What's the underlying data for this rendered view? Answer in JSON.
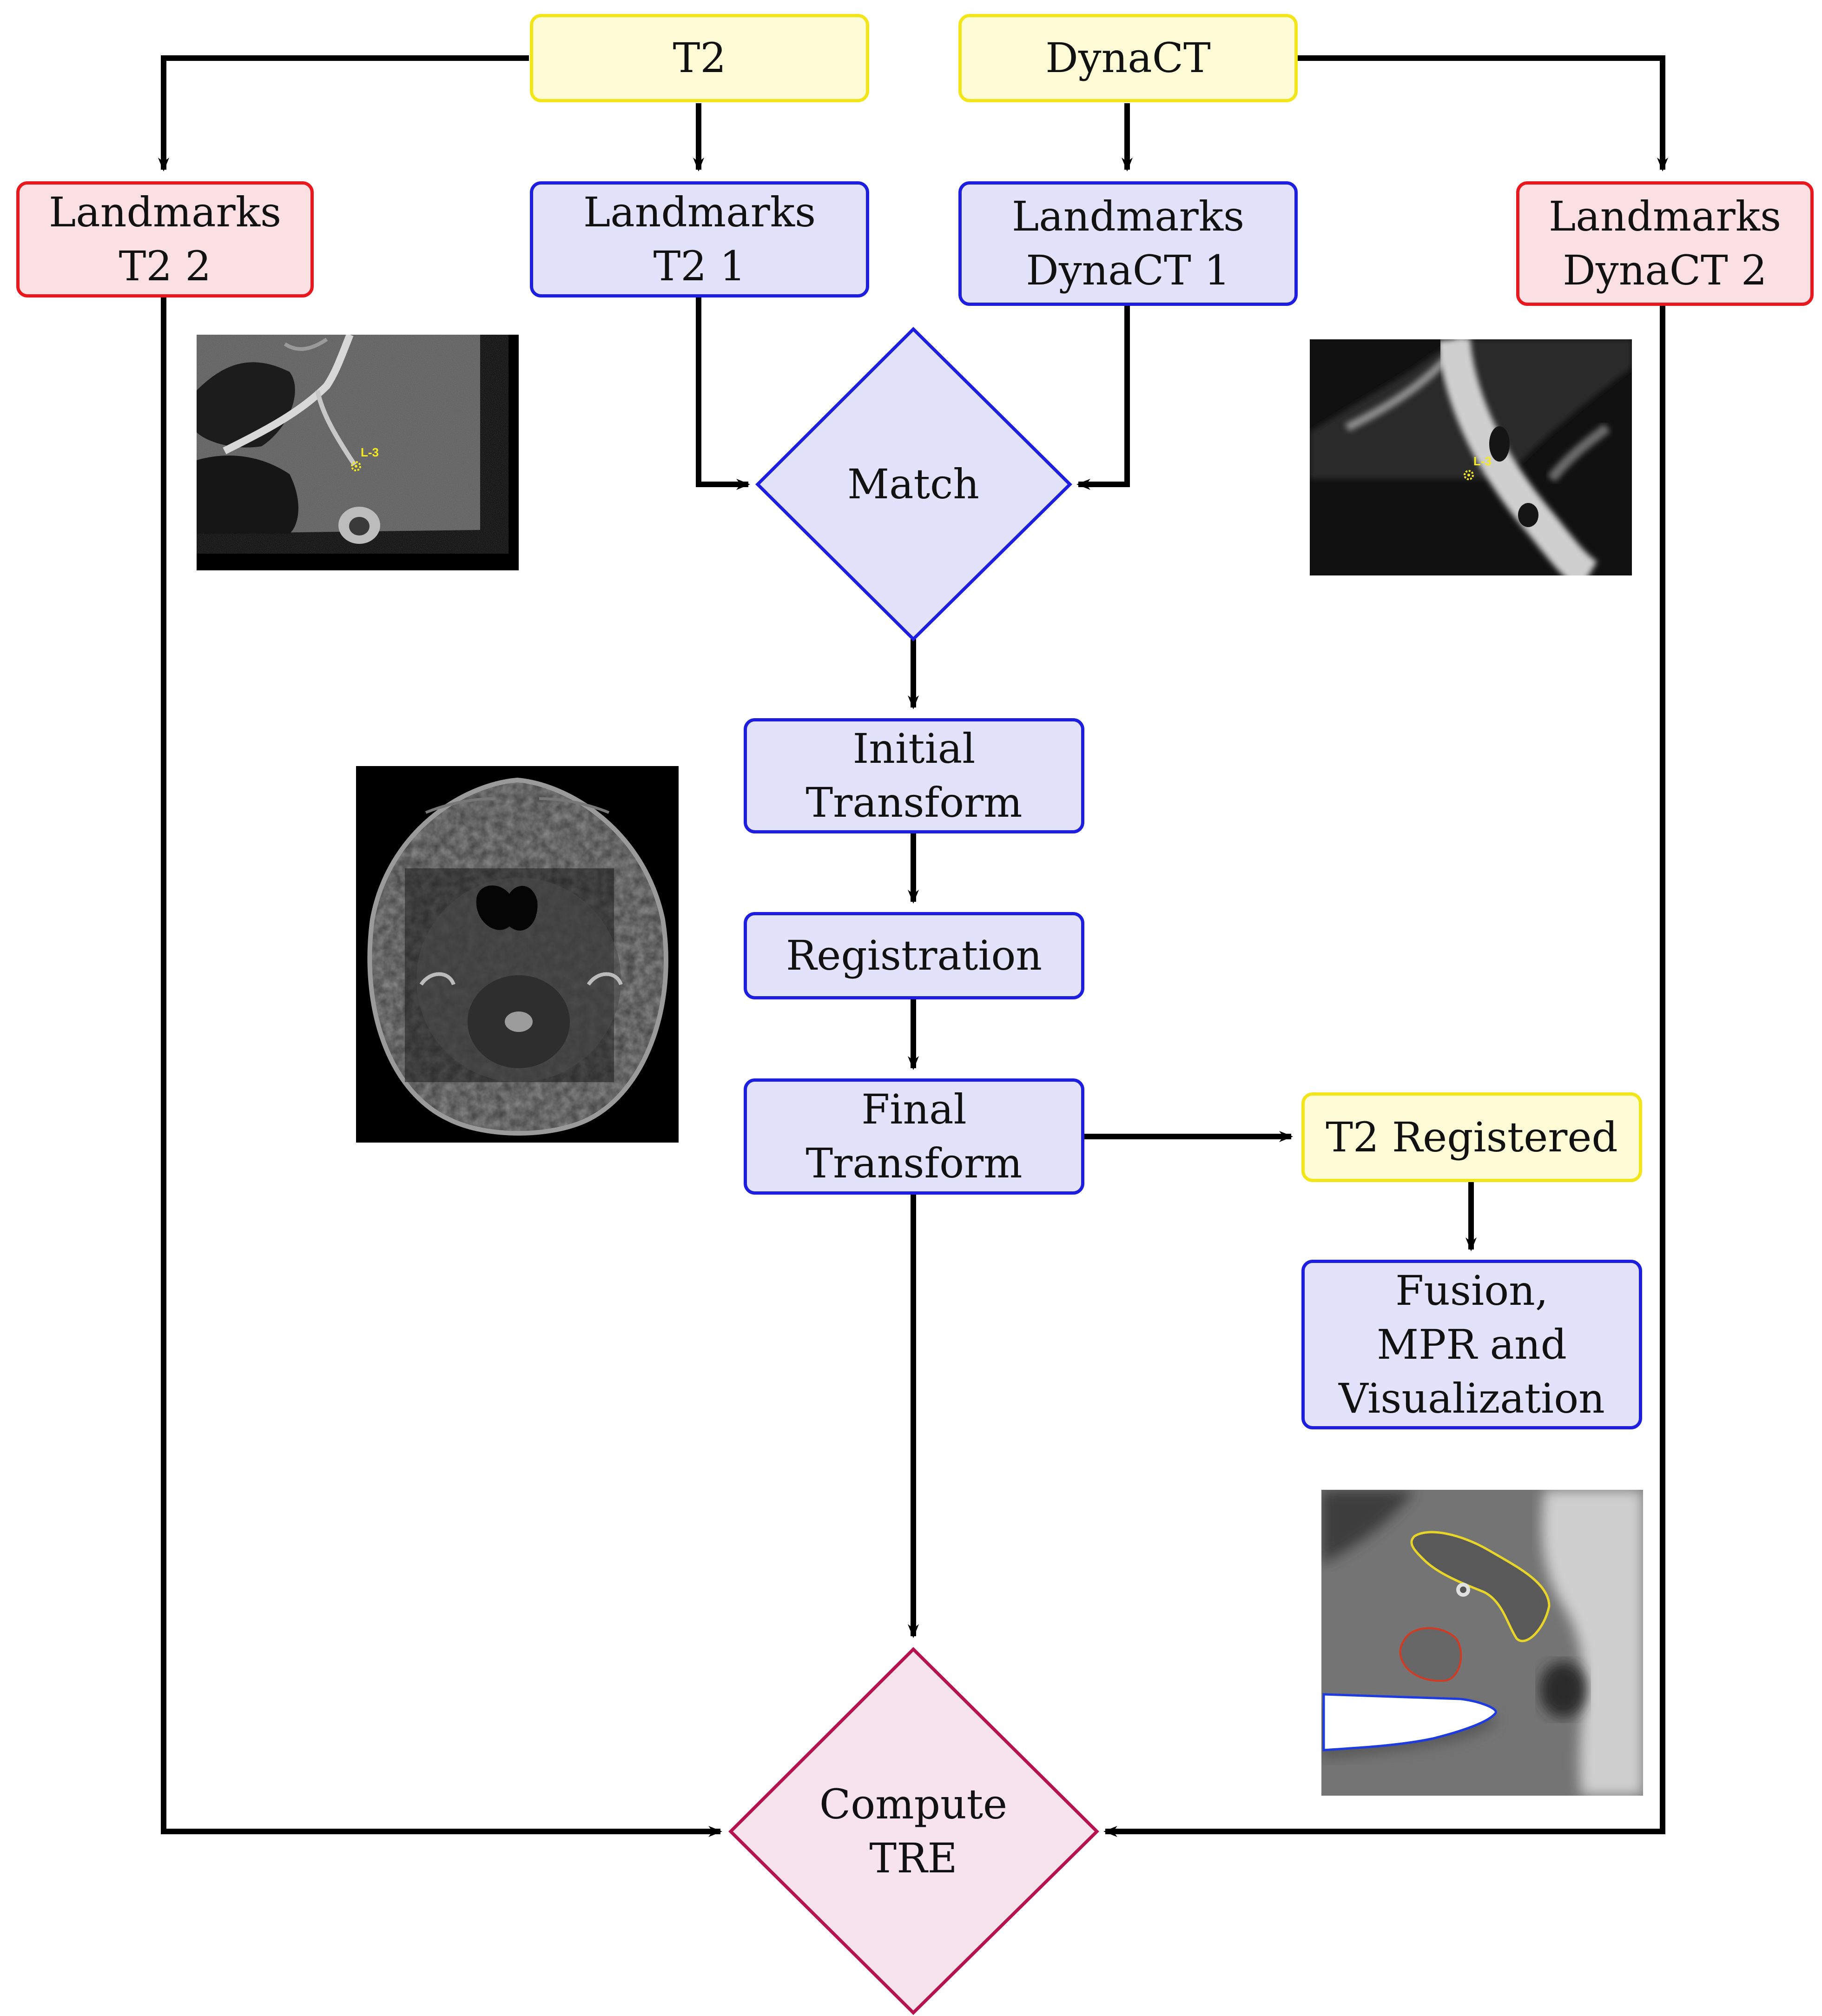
{
  "nodes": {
    "t2": {
      "label": "T2"
    },
    "dynact": {
      "label": "DynaCT"
    },
    "landmarks_t2_2": {
      "line1": "Landmarks",
      "line2": "T2 2"
    },
    "landmarks_t2_1": {
      "line1": "Landmarks",
      "line2": "T2 1"
    },
    "landmarks_dynact_1": {
      "line1": "Landmarks",
      "line2": "DynaCT 1"
    },
    "landmarks_dynact_2": {
      "line1": "Landmarks",
      "line2": "DynaCT 2"
    },
    "match": {
      "label": "Match"
    },
    "initial_transform": {
      "line1": "Initial",
      "line2": "Transform"
    },
    "registration": {
      "label": "Registration"
    },
    "final_transform": {
      "line1": "Final",
      "line2": "Transform"
    },
    "t2_registered": {
      "label": "T2 Registered"
    },
    "fusion": {
      "line1": "Fusion,",
      "line2": "MPR and",
      "line3": "Visualization"
    },
    "compute_tre": {
      "line1": "Compute",
      "line2": "TRE"
    }
  },
  "images": {
    "ct_landmark_left": {
      "marker_label": "L-3"
    },
    "ct_landmark_right": {
      "marker_label": "L-3"
    },
    "axial_mri": {},
    "fusion_overlay": {}
  },
  "colors": {
    "yellow_fill": "#fdfcd6",
    "yellow_border": "#f2e51a",
    "blue_fill": "#e2e2fa",
    "blue_border": "#1e1ee0",
    "red_fill": "#fbe0e3",
    "red_border": "#e8181e",
    "tre_fill": "#f7e3eb",
    "tre_border": "#b5124f",
    "arrow": "#000000"
  }
}
